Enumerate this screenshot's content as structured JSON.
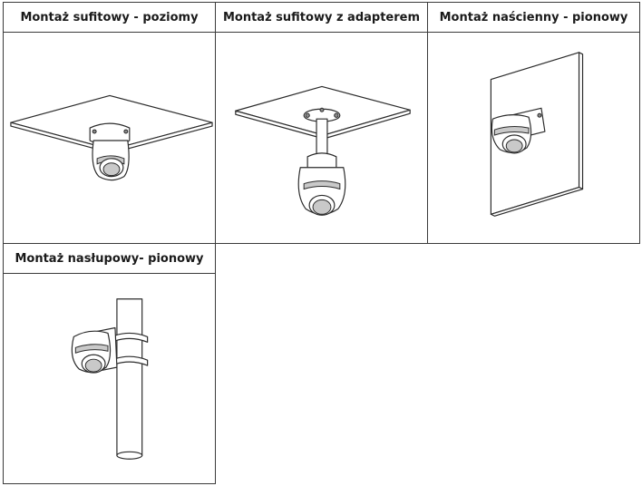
{
  "panels": [
    {
      "title": "Montaż sufitowy - poziomy"
    },
    {
      "title": "Montaż sufitowy z adapterem"
    },
    {
      "title": "Montaż naścienny - pionowy"
    },
    {
      "title": "Montaż nasłupowy- pionowy"
    }
  ]
}
